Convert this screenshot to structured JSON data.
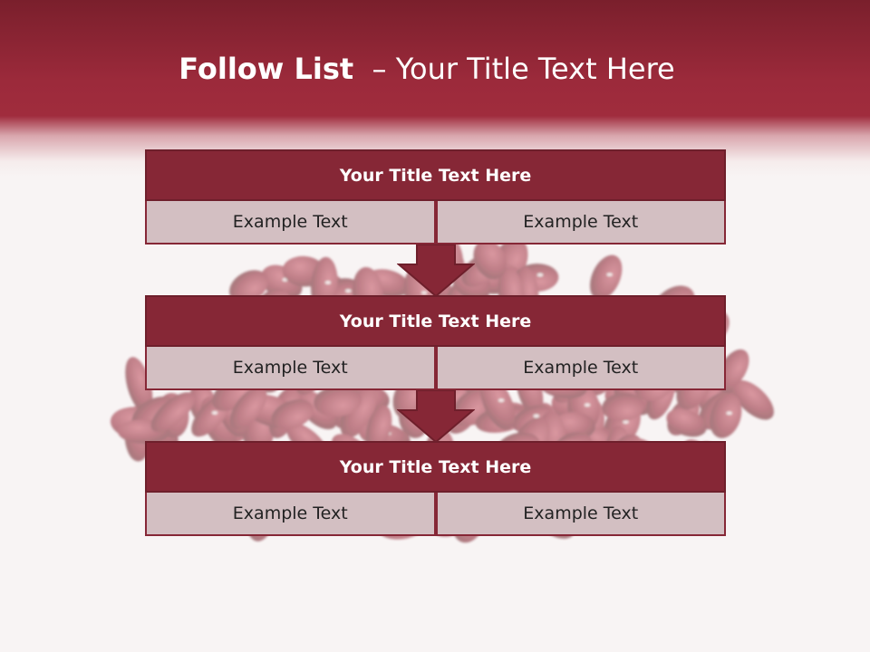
{
  "title": {
    "bold": "Follow List",
    "rest": "– Your Title Text Here"
  },
  "blocks": [
    {
      "title": "Your Title Text Here",
      "left": "Example Text",
      "right": "Example Text"
    },
    {
      "title": "Your Title Text Here",
      "left": "Example Text",
      "right": "Example Text"
    },
    {
      "title": "Your Title Text Here",
      "left": "Example Text",
      "right": "Example Text"
    }
  ],
  "colors": {
    "header": "#9c2a3b",
    "block_title": "#862736",
    "cell": "#d3bfc2",
    "bean": "#8f1f2e"
  }
}
